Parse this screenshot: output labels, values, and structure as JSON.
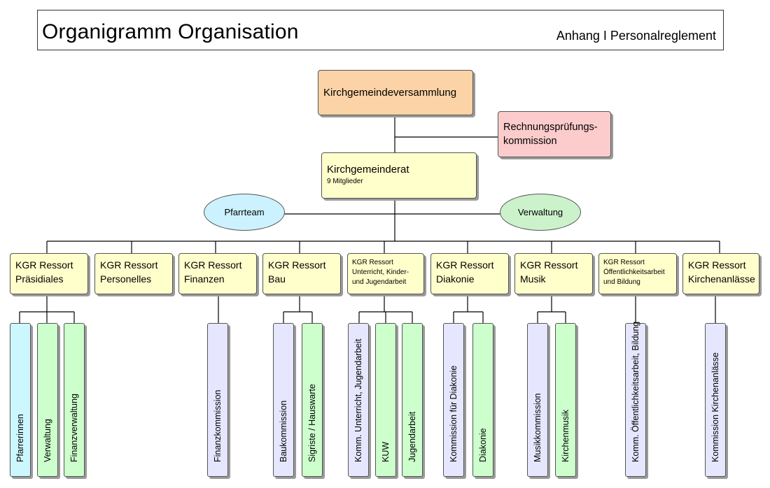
{
  "header": {
    "title": "Organigramm Organisation",
    "subtitle": "Anhang I Personalreglement"
  },
  "top": {
    "assembly": "Kirchgemeindeversammlung",
    "audit_line1": "Rechnungsprüfungs-",
    "audit_line2": "kommission",
    "council": "Kirchgemeinderat",
    "council_members": "9 Mitglieder",
    "pfarrteam": "Pfarrteam",
    "verwaltung": "Verwaltung"
  },
  "ressorts": [
    {
      "line1": "KGR Ressort",
      "line2": "Präsidiales"
    },
    {
      "line1": "KGR Ressort",
      "line2": "Personelles"
    },
    {
      "line1": "KGR Ressort",
      "line2": "Finanzen"
    },
    {
      "line1": "KGR Ressort",
      "line2": "Bau"
    },
    {
      "line1": "KGR Ressort",
      "line2": "Unterricht, Kinder-",
      "line3": "und Jugendarbeit"
    },
    {
      "line1": "KGR Ressort",
      "line2": "Diakonie"
    },
    {
      "line1": "KGR Ressort",
      "line2": "Musik"
    },
    {
      "line1": "KGR Ressort",
      "line2": "Öffentlichkeitsarbeit",
      "line3": "und Bildung"
    },
    {
      "line1": "KGR Ressort",
      "line2": "Kirchenanlässe"
    }
  ],
  "units": [
    "Pfarrerinnen",
    "Verwaltung",
    "Finanzverwaltung",
    "Finanzkommission",
    "Baukommission",
    "Sigriste / Hauswarte",
    "Komm. Unterricht, Jugendarbeit",
    "KUW",
    "Jugendarbeit",
    "Kommission für Diakonie",
    "Diakonie",
    "Musikkommission",
    "Kirchenmusik",
    "Komm. Öffentlichkeitsarbeit, Bildung",
    "Kommission  Kirchenanlässe"
  ],
  "colors": {
    "assembly": "#fbd3a6",
    "audit": "#fccccc",
    "council": "#ffffcc",
    "pfarrteam": "#ccf2ff",
    "verwaltung": "#ccf2cc",
    "unit_cyan": "#ccf7ff",
    "unit_green": "#ccffcc",
    "unit_lavender": "#e6e6ff"
  }
}
